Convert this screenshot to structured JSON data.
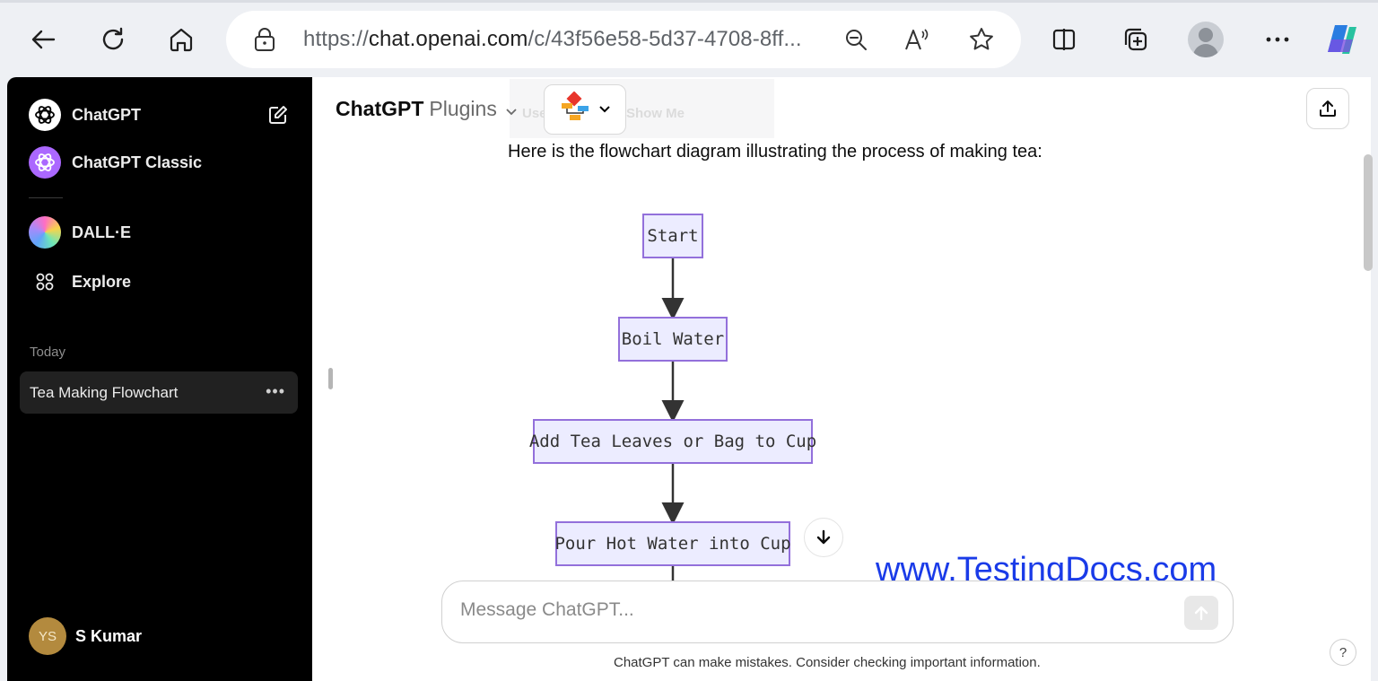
{
  "browser": {
    "url_prefix": "https://",
    "url_host": "chat.openai.com",
    "url_path": "/c/43f56e58-5d37-4708-8ff..."
  },
  "sidebar": {
    "items": [
      {
        "label": "ChatGPT"
      },
      {
        "label": "ChatGPT Classic"
      },
      {
        "label": "DALL·E"
      },
      {
        "label": "Explore"
      }
    ],
    "section": "Today",
    "history": [
      {
        "title": "Tea Making Flowchart"
      }
    ],
    "user": {
      "initials": "YS",
      "name": "S Kumar"
    }
  },
  "header": {
    "model": "ChatGPT",
    "model_sub": "Plugins",
    "ghost_left": "Use",
    "ghost_right": "Show Me"
  },
  "chat": {
    "intro": "Here is the flowchart diagram illustrating the process of making tea:",
    "flowchart": [
      "Start",
      "Boil Water",
      "Add Tea Leaves or Bag to Cup",
      "Pour Hot Water into Cup"
    ]
  },
  "watermark": "www.TestingDocs.com",
  "composer": {
    "placeholder": "Message ChatGPT..."
  },
  "disclaimer": "ChatGPT can make mistakes. Consider checking important information.",
  "help": "?",
  "colors": {
    "node_fill": "#ececff",
    "node_stroke": "#9370db",
    "watermark": "#1a3be8"
  }
}
